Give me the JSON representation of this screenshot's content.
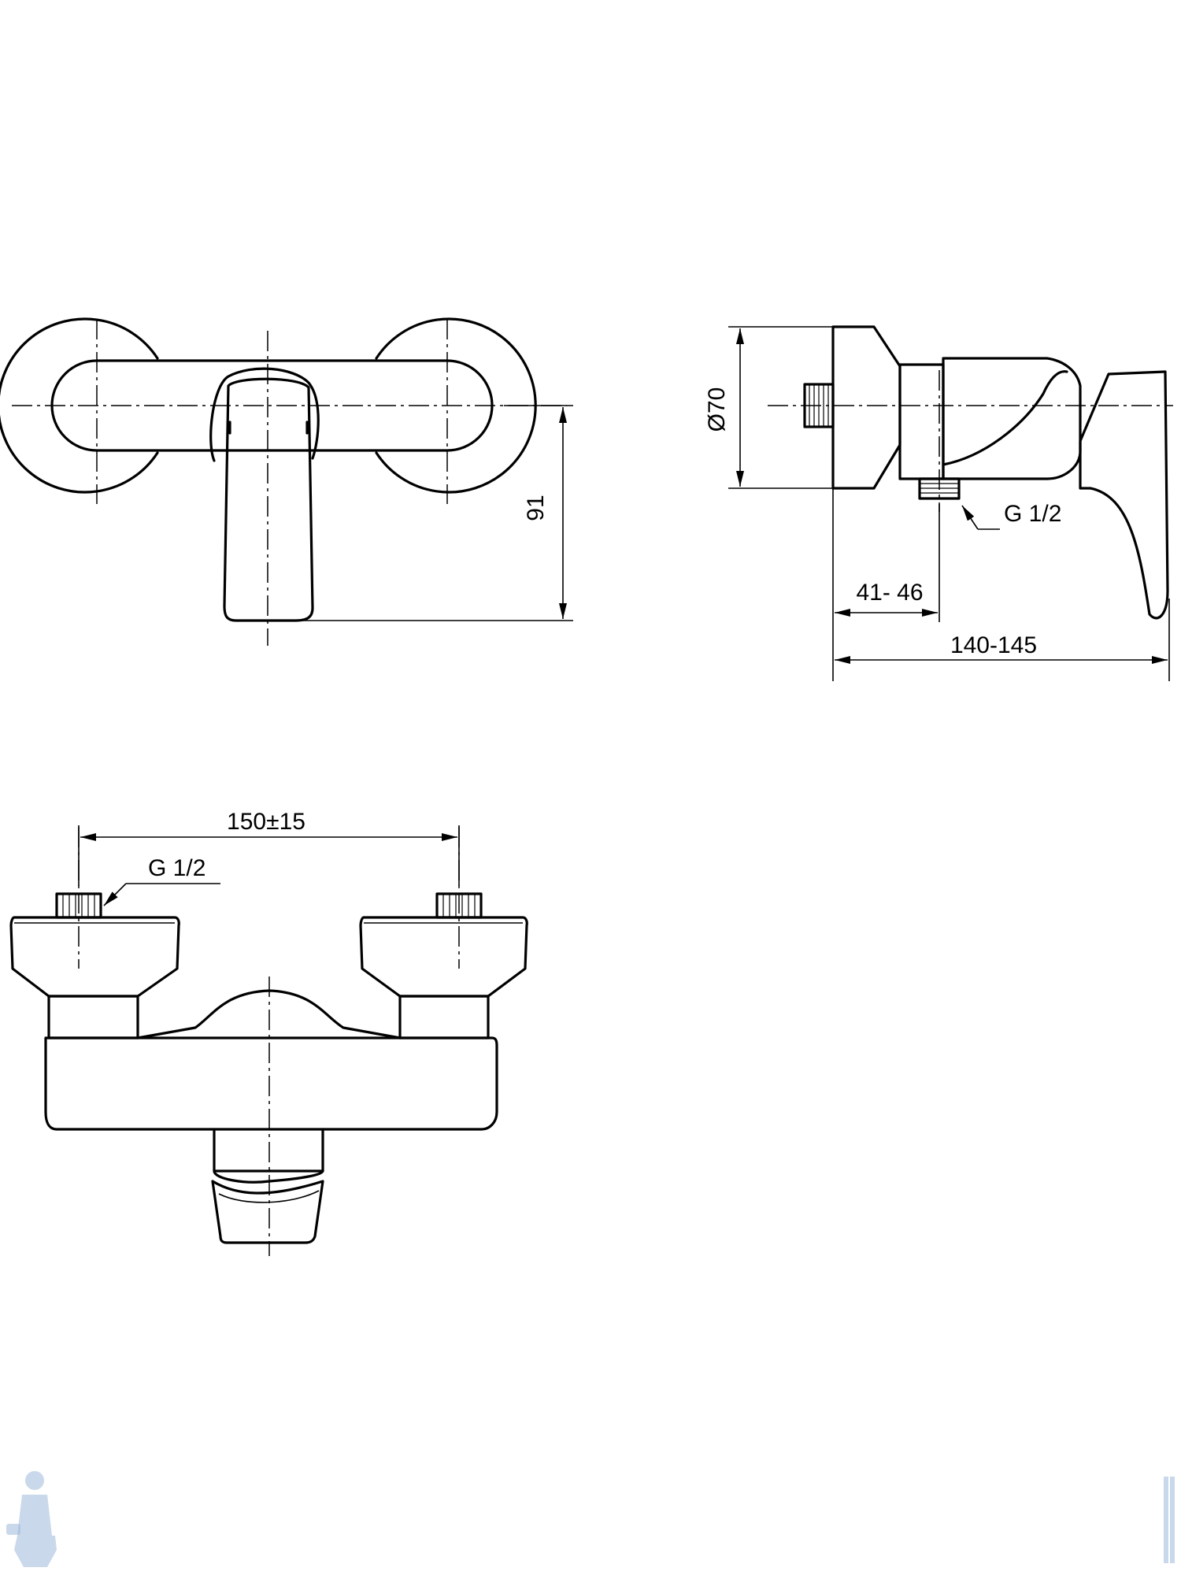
{
  "top_view": {
    "height_label": "91"
  },
  "side_view": {
    "diameter_label": "Ø70",
    "thread_label": "G 1/2",
    "dim_inner_label": "41- 46",
    "dim_overall_label": "140-145"
  },
  "front_view": {
    "spacing_label": "150±15",
    "thread_label": "G 1/2"
  }
}
